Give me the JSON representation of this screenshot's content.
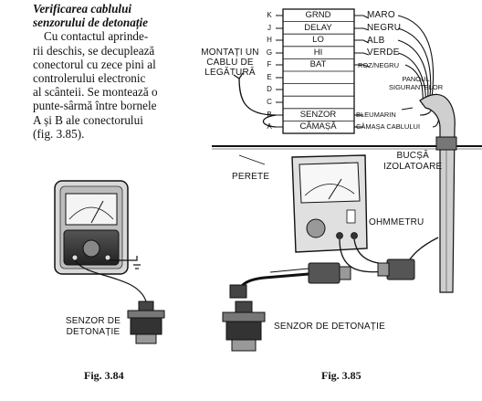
{
  "text": {
    "title_line1": "Verificarea cablului",
    "title_line2": "senzorului de detonație",
    "body_lines": [
      "Cu contactul aprinde-",
      "rii deschis, se decuplează",
      "conectorul cu zece pini al",
      "controlerului electronic",
      "al scânteii. Se montează o",
      "punte-sârmă între bornele",
      "A și B ale conectorului",
      "(fig. 3.85)."
    ]
  },
  "fig84": {
    "sensor_label_line1": "SENZOR DE",
    "sensor_label_line2": "DETONAȚIE",
    "caption": "Fig. 3.84"
  },
  "fig85": {
    "pins": [
      "K",
      "J",
      "H",
      "G",
      "F",
      "E",
      "D",
      "C",
      "B",
      "A"
    ],
    "cells": [
      "GRND",
      "DELAY",
      "LO",
      "HI",
      "BAT",
      "",
      "",
      "",
      "SENZOR",
      "CĂMAȘĂ"
    ],
    "wire_labels": {
      "maro": "MARO",
      "negru": "NEGRU",
      "alb": "ALB",
      "verde": "VERDE",
      "roz_negru": "ROZ/NEGRU",
      "panoul_1": "PANOUL",
      "panoul_2": "SIGURANȚELOR",
      "bleumarin": "BLEUMARIN",
      "camasa_cablului": "CĂMAȘA CABLULUI"
    },
    "jumper_label": [
      "MONTAȚI UN",
      "CABLU DE",
      "LEGĂTURĂ"
    ],
    "perete": "PERETE",
    "bucsa": [
      "BUCȘĂ",
      "IZOLATOARE"
    ],
    "ohmmeter": "OHMMETRU",
    "sensor_label": "SENZOR DE DETONAȚIE",
    "caption": "Fig. 3.85"
  }
}
